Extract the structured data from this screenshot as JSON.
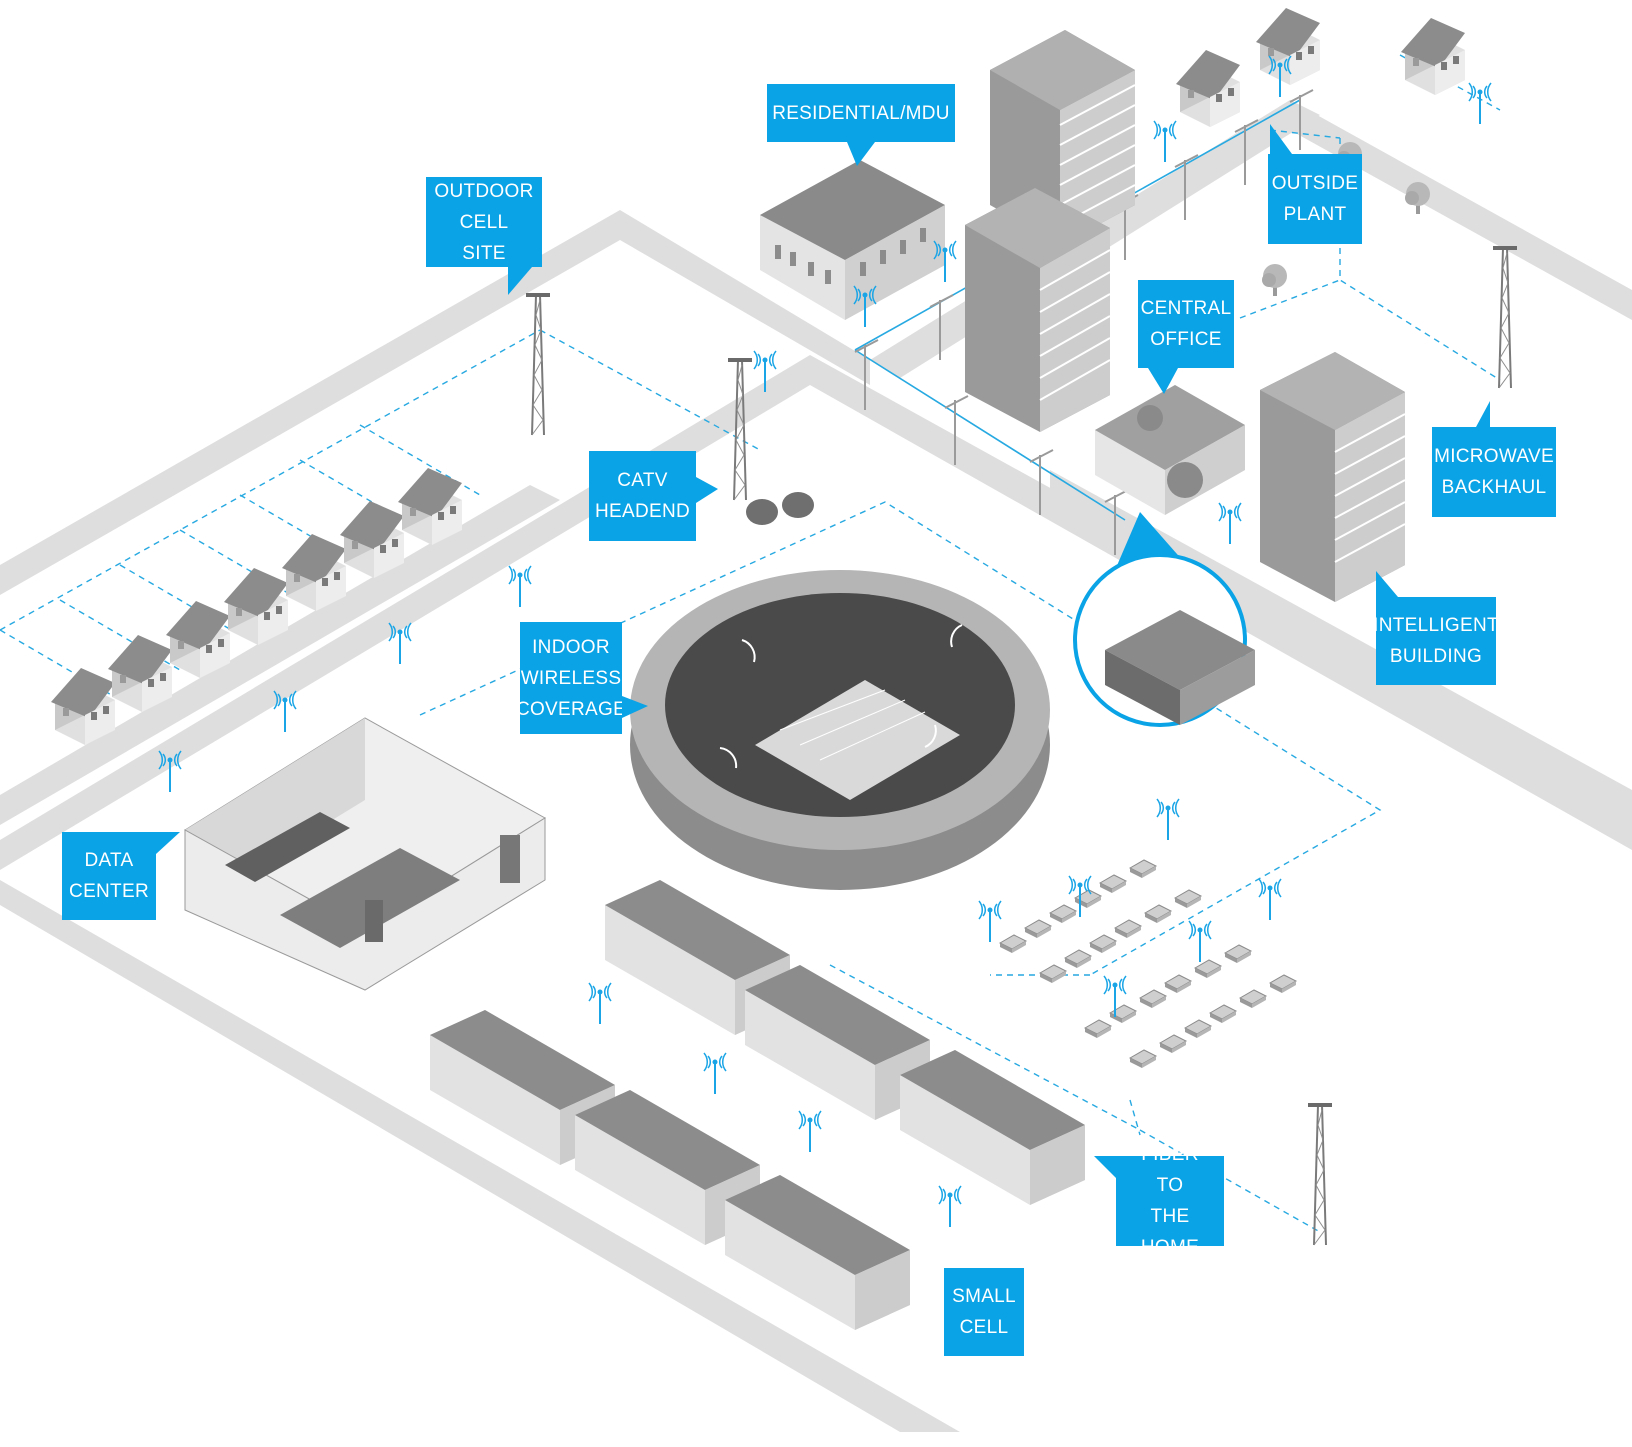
{
  "colors": {
    "accent": "#0aa3e6",
    "road": "#dcdcdc",
    "building_dark": "#7f7f7f",
    "building_mid": "#a8a8a8",
    "building_light": "#e2e2e2",
    "fiber_line": "#27a9e1"
  },
  "callouts": {
    "residential_mdu": [
      "RESIDENTIAL/MDU"
    ],
    "outdoor_cell_site": [
      "OUTDOOR",
      "CELL SITE"
    ],
    "outside_plant": [
      "OUTSIDE",
      "PLANT"
    ],
    "central_office": [
      "CENTRAL",
      "OFFICE"
    ],
    "catv_headend": [
      "CATV",
      "HEADEND"
    ],
    "microwave_backhaul": [
      "MICROWAVE",
      "BACKHAUL"
    ],
    "indoor_wireless_coverage": [
      "INDOOR",
      "WIRELESS",
      "COVERAGE"
    ],
    "intelligent_building": [
      "INTELLIGENT",
      "BUILDING"
    ],
    "data_center": [
      "DATA",
      "CENTER"
    ],
    "fiber_to_the_home": [
      "FIBER TO",
      "THE HOME"
    ],
    "small_cell": [
      "SMALL",
      "CELL"
    ]
  },
  "icons": {
    "small_cell": "wifi-antenna-icon",
    "tower": "cell-tower-icon",
    "dish": "satellite-dish-icon",
    "tree": "tree-icon",
    "car": "car-icon"
  }
}
